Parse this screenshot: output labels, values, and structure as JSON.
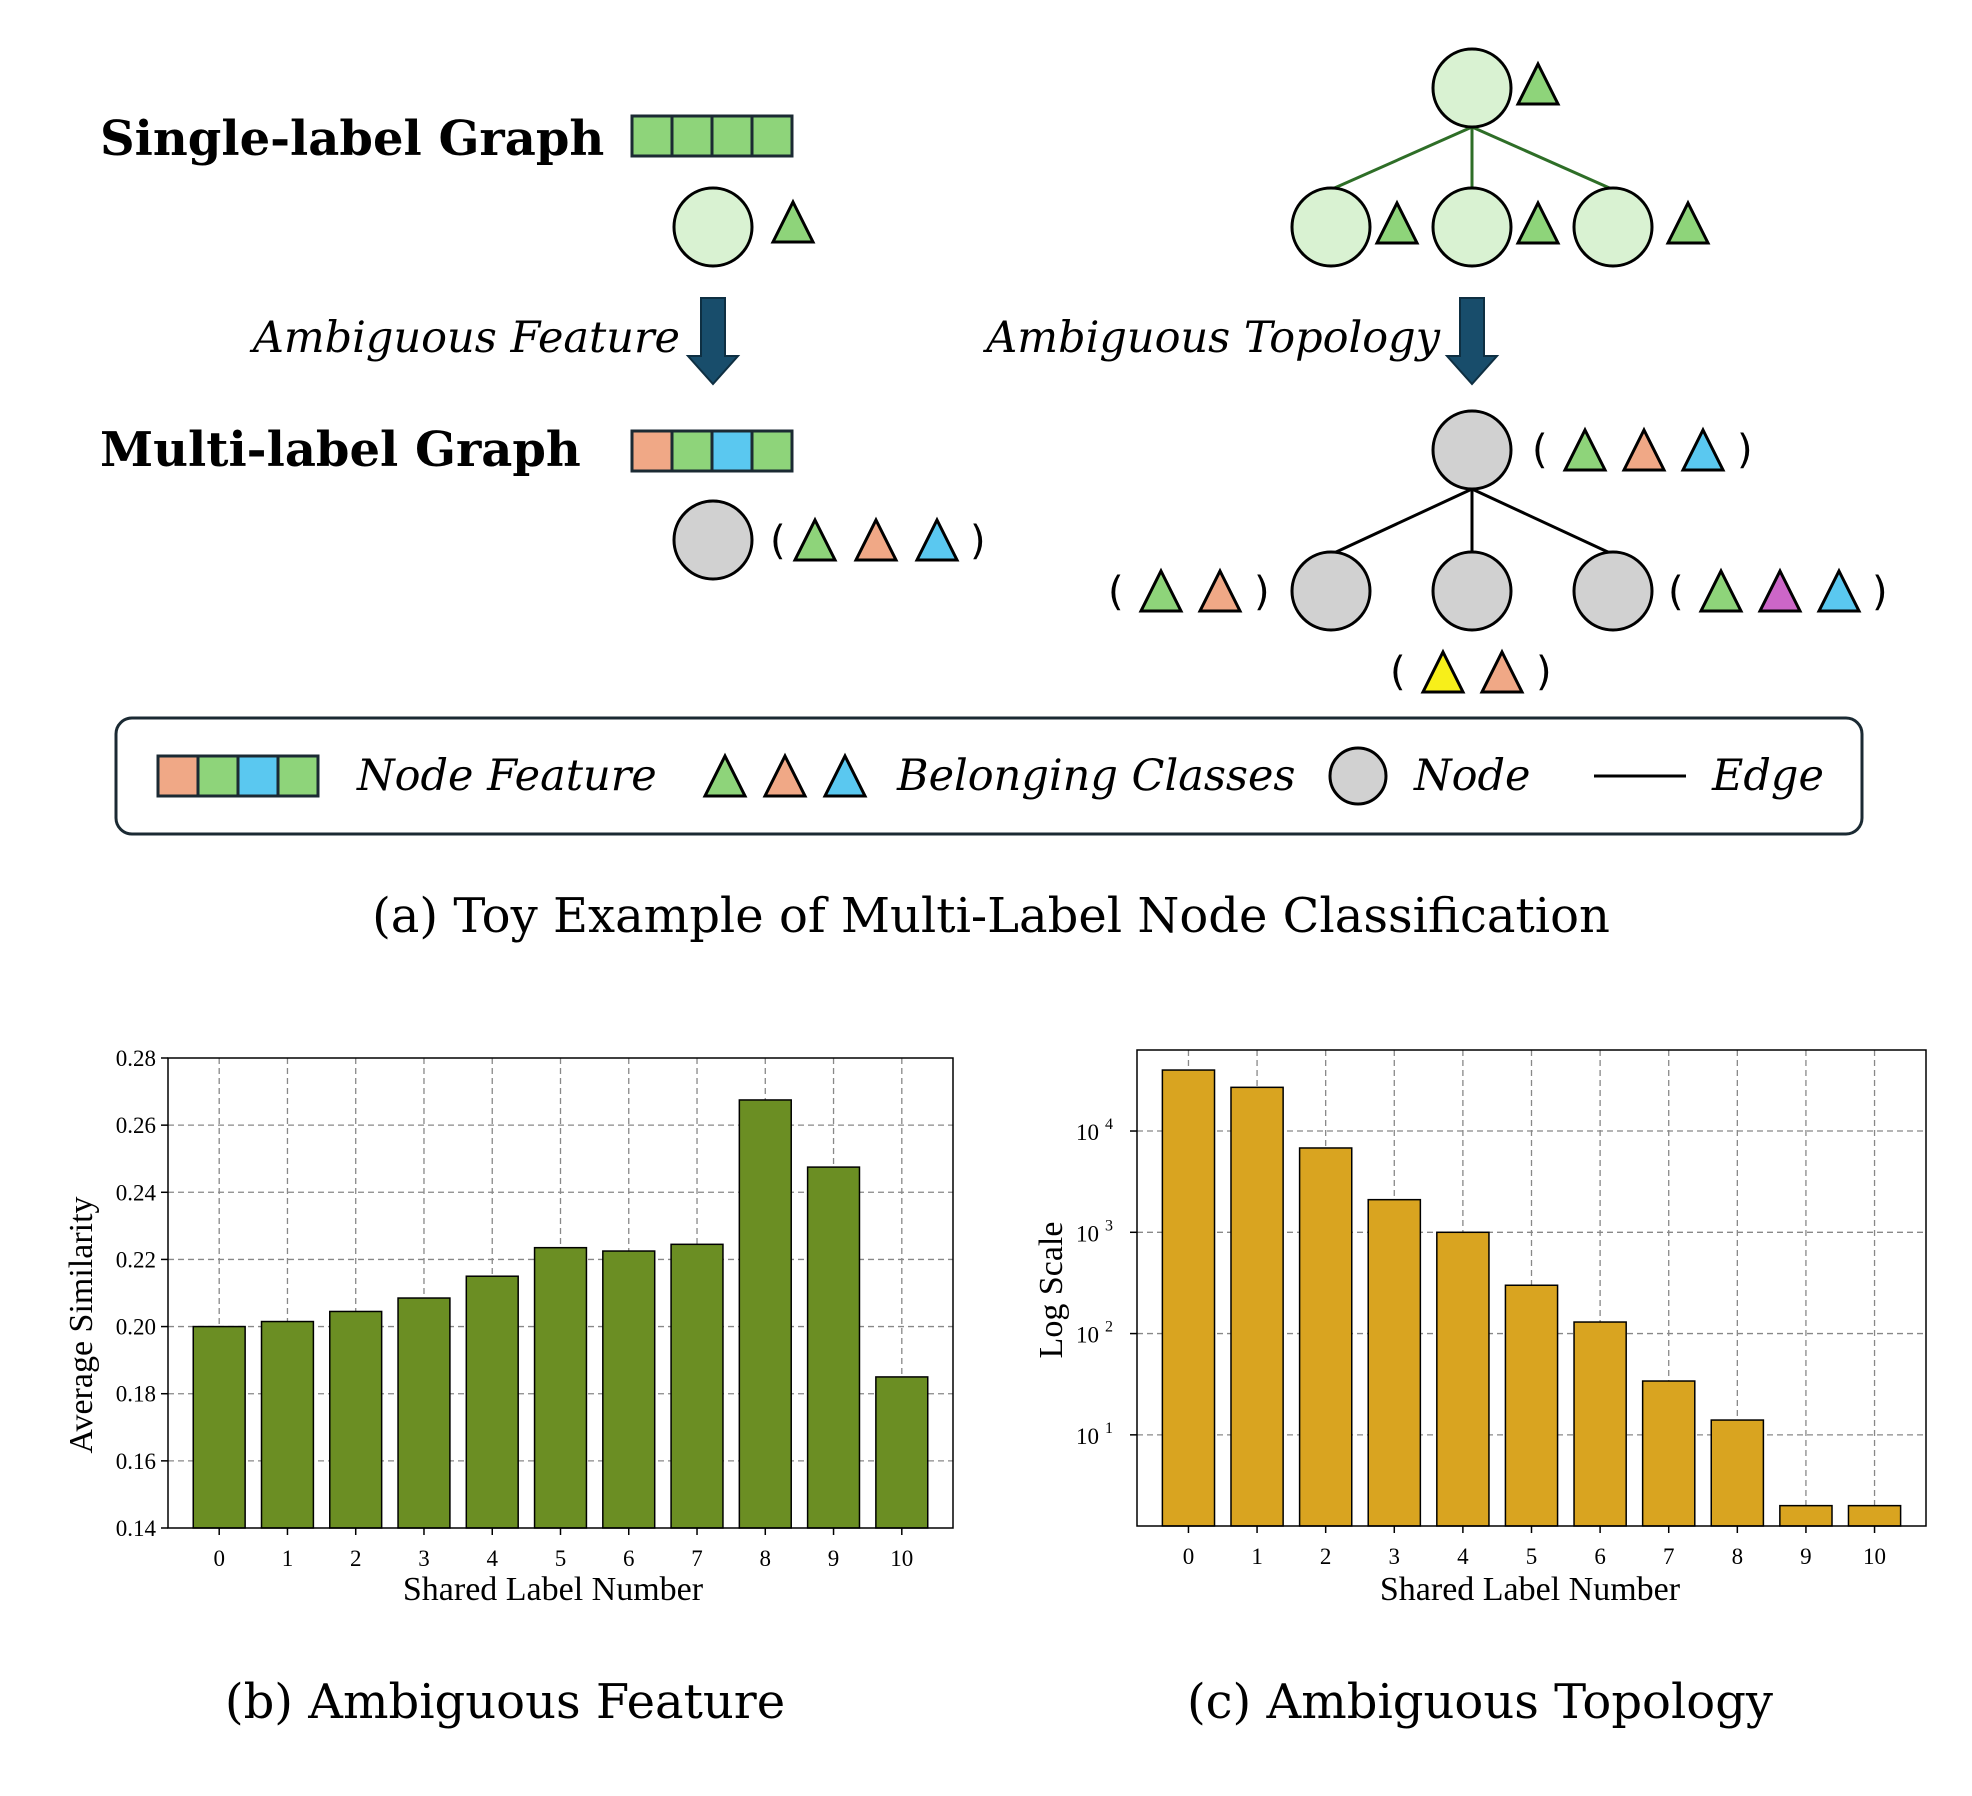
{
  "diagram": {
    "single_label_title": "Single-label Graph",
    "multi_label_title": "Multi-label Graph",
    "ambiguous_feature_arrow_label": "Ambiguous Feature",
    "ambiguous_topology_arrow_label": "Ambiguous Topology",
    "paren_open": "(",
    "paren_close": ")",
    "caption": "(a)  Toy Example of Multi-Label Node Classification",
    "colors": {
      "green": "#8ed47a",
      "orange": "#f0a886",
      "blue": "#5ac8f0",
      "magenta": "#cc66c8",
      "yellow": "#f7ef1a",
      "node_light": "#d9f2d2",
      "node_gray": "#d1d1d1",
      "arrow": "#184d6b",
      "edge_green": "#2e6e27",
      "edge_black": "#000000"
    }
  },
  "legend": {
    "node_feature": "Node Feature",
    "belonging_classes": "Belonging Classes",
    "node": "Node",
    "edge": "Edge"
  },
  "chart_data": [
    {
      "type": "bar",
      "categories": [
        "0",
        "1",
        "2",
        "3",
        "4",
        "5",
        "6",
        "7",
        "8",
        "9",
        "10"
      ],
      "values": [
        0.2,
        0.2015,
        0.2045,
        0.2085,
        0.215,
        0.2235,
        0.2225,
        0.2245,
        0.2675,
        0.2475,
        0.185
      ],
      "xlabel": "Shared Label Number",
      "ylabel": "Average Similarity",
      "ylim": [
        0.14,
        0.28
      ],
      "yticks": [
        "0.14",
        "0.16",
        "0.18",
        "0.20",
        "0.22",
        "0.24",
        "0.26",
        "0.28"
      ],
      "grid": true,
      "color": "#6b8e23",
      "caption": "(b)  Ambiguous Feature"
    },
    {
      "type": "bar",
      "categories": [
        "0",
        "1",
        "2",
        "3",
        "4",
        "5",
        "6",
        "7",
        "8",
        "9",
        "10"
      ],
      "values": [
        40000,
        27000,
        6800,
        2100,
        1000,
        300,
        130,
        34,
        14,
        2,
        2
      ],
      "xlabel": "Shared Label Number",
      "ylabel": "Log Scale",
      "yscale": "log",
      "ylim_log10": [
        0.1,
        4.8
      ],
      "yticks": [
        {
          "base": "10",
          "exp": "1"
        },
        {
          "base": "10",
          "exp": "2"
        },
        {
          "base": "10",
          "exp": "3"
        },
        {
          "base": "10",
          "exp": "4"
        }
      ],
      "grid": true,
      "color": "#d9a420",
      "caption": "(c)  Ambiguous Topology"
    }
  ]
}
